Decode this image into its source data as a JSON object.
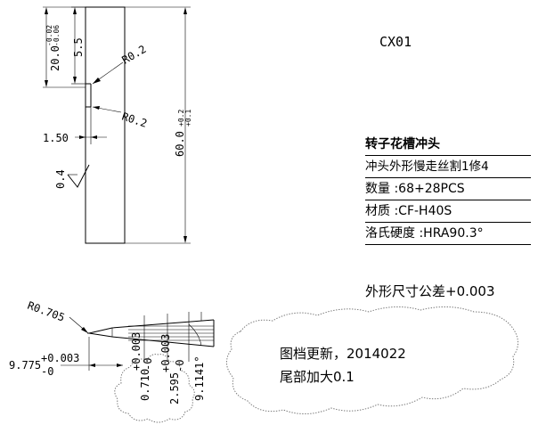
{
  "drawing_no": "CX01",
  "dims": {
    "height_main": "20.0",
    "height_main_tol_upper": "-0.02",
    "height_main_tol_lower": "-0.06",
    "slot_depth": "5.5",
    "radius_upper": "R0.2",
    "radius_lower": "R0.2",
    "slot_width": "1.50",
    "total_length": "60.0",
    "total_length_tol_upper": "+0.2",
    "total_length_tol_lower": "+0.1",
    "roughness": "0.4",
    "tip_radius": "R0.705",
    "tip_dist": "9.775",
    "tip_dist_tol_upper": "+0.003",
    "tip_dist_tol_lower": "-0",
    "tip_w1": "0.710",
    "tip_w1_tol_upper": "+0.003",
    "tip_w1_tol_lower": "-0",
    "tip_w2": "2.595",
    "tip_w2_tol_upper": "+0.003",
    "tip_w2_tol_lower": "-0",
    "angle": "9.1141°"
  },
  "spec": {
    "title": "转子花槽冲头",
    "process": "冲头外形慢走丝割1修4",
    "quantity": "数量 :68+28PCS",
    "material": "材质 :CF-H40S",
    "hardness": "洛氏硬度 :HRA90.3°",
    "tolerance": "外形尺寸公差+0.003"
  },
  "revision_note": {
    "line1": "图档更新，2014022",
    "line2": "尾部加大0.1"
  }
}
